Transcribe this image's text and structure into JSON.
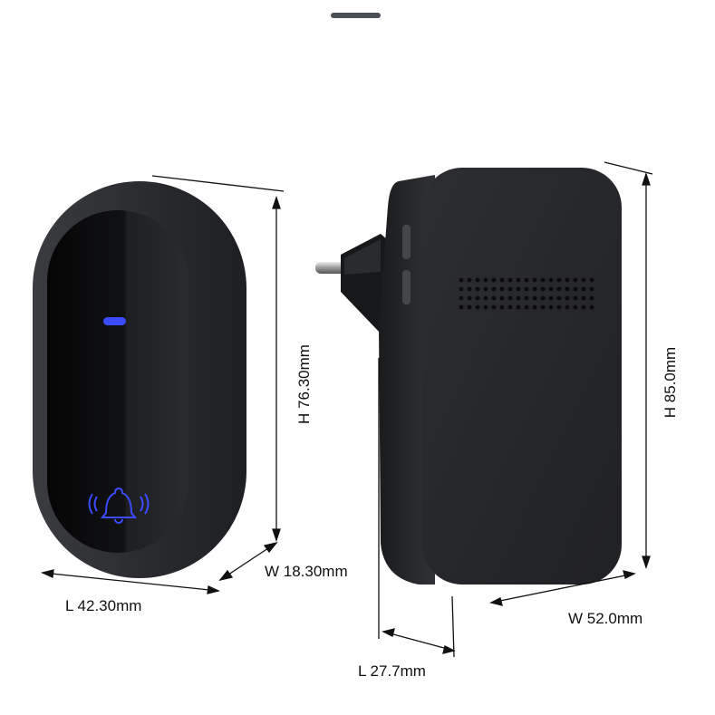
{
  "top_handle": {
    "icon": "drag-handle-icon"
  },
  "button_unit": {
    "name": "doorbell-push-button",
    "indicator_color": "#3b4bff",
    "bell_icon": "bell-ringing-icon",
    "dimensions": {
      "height": "H 76.30mm",
      "width": "W 18.30mm",
      "length": "L 42.30mm"
    }
  },
  "receiver_unit": {
    "name": "plug-in-receiver",
    "plug": "eu-plug-icon",
    "dimensions": {
      "height": "H 85.0mm",
      "width": "W 52.0mm",
      "length": "L 27.7mm"
    }
  },
  "colors": {
    "body": "#2f3135",
    "face": "#0f1012",
    "accent": "#3b4bff"
  }
}
